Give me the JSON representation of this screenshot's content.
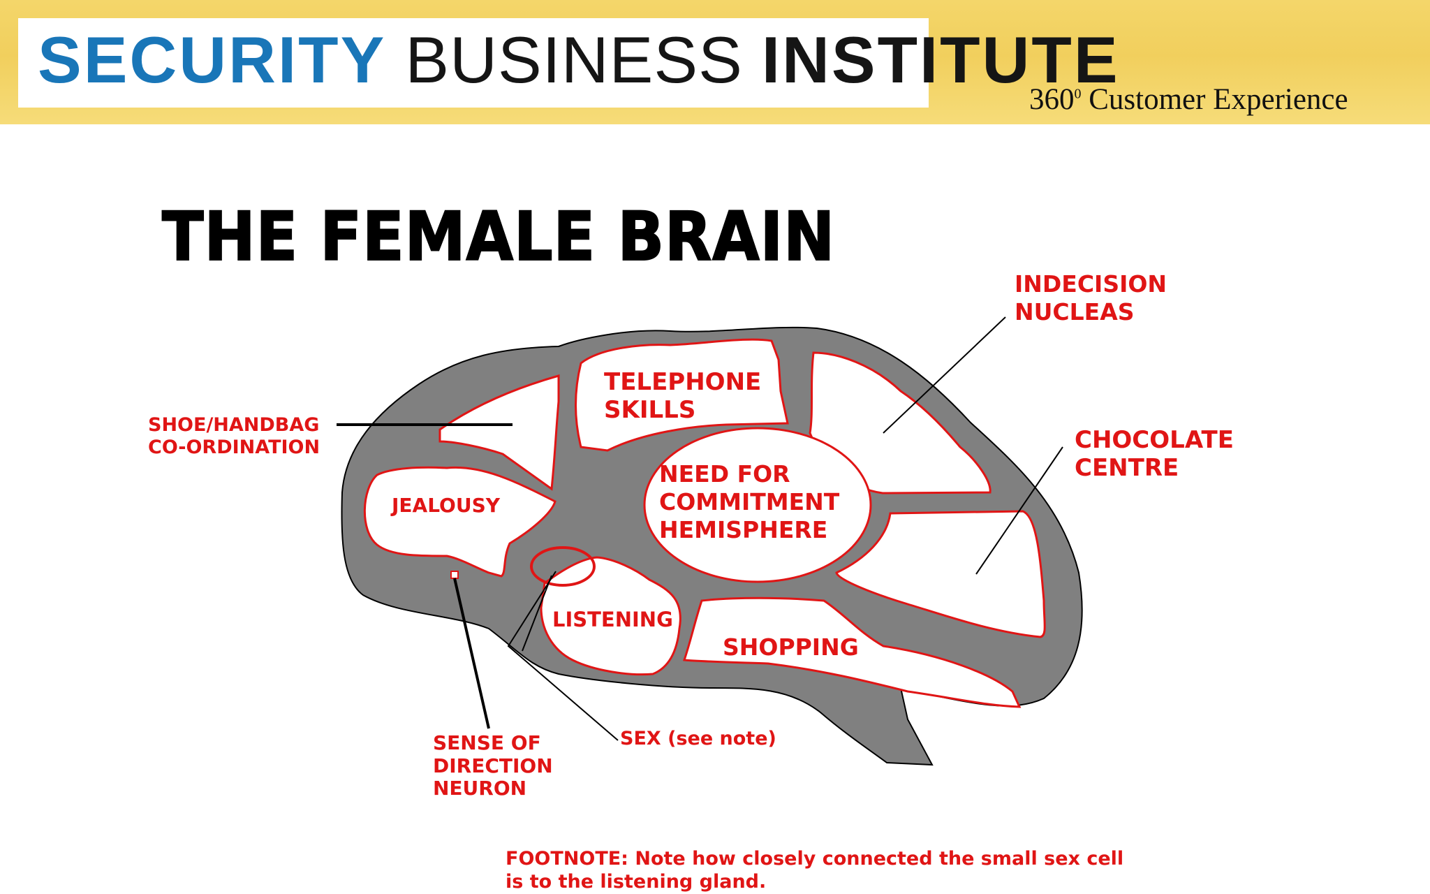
{
  "header": {
    "logo_security": "SECURITY",
    "logo_business": " BUSINESS ",
    "logo_institute": "INSTITUTE",
    "subtitle_main": "360",
    "subtitle_sup": "0",
    "subtitle_rest": " Customer Experience"
  },
  "title": "THE FEMALE BRAIN",
  "regions": {
    "telephone_line1": "TELEPHONE",
    "telephone_line2": "SKILLS",
    "commitment_line1": "NEED FOR",
    "commitment_line2": "COMMITMENT",
    "commitment_line3": "HEMISPHERE",
    "jealousy": "JEALOUSY",
    "listening": "LISTENING",
    "shopping": "SHOPPING"
  },
  "callouts": {
    "shoe_line1": "SHOE/HANDBAG",
    "shoe_line2": "CO-ORDINATION",
    "indecision_line1": "INDECISION",
    "indecision_line2": "NUCLEAS",
    "chocolate_line1": "CHOCOLATE",
    "chocolate_line2": "CENTRE",
    "direction_line1": "SENSE OF",
    "direction_line2": "DIRECTION",
    "direction_line3": "NEURON",
    "sex": "SEX (see note)"
  },
  "footnote": {
    "line1": "FOOTNOTE:  Note how closely connected the small sex cell",
    "line2": "is to the listening gland."
  },
  "colors": {
    "header_band": "#f3d466",
    "logo_blue": "#1976b8",
    "brain_gray": "#808080",
    "label_red": "#e01515"
  }
}
